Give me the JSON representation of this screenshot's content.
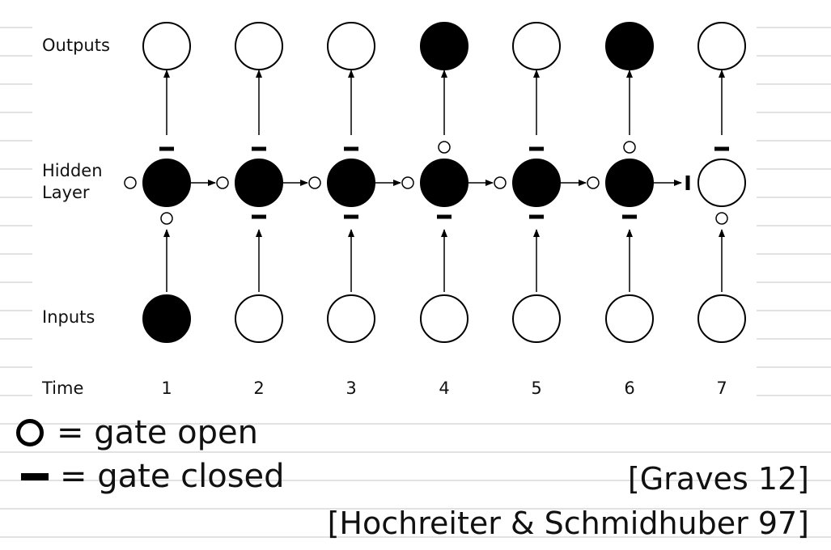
{
  "row_labels": {
    "outputs": "Outputs",
    "hidden_line1": "Hidden",
    "hidden_line2": "Layer",
    "inputs": "Inputs",
    "time": "Time"
  },
  "time_steps": [
    "1",
    "2",
    "3",
    "4",
    "5",
    "6",
    "7"
  ],
  "nodes": {
    "outputs_filled": [
      false,
      false,
      false,
      true,
      false,
      true,
      false
    ],
    "hidden_filled": [
      true,
      true,
      true,
      true,
      true,
      true,
      false
    ],
    "inputs_filled": [
      true,
      false,
      false,
      false,
      false,
      false,
      false
    ]
  },
  "gates": {
    "output_gate": [
      "closed",
      "closed",
      "closed",
      "open",
      "closed",
      "open",
      "closed"
    ],
    "forget_gate": [
      "open",
      "open",
      "open",
      "open",
      "open",
      "open",
      "closed"
    ],
    "input_gate": [
      "open",
      "closed",
      "closed",
      "closed",
      "closed",
      "closed",
      "open"
    ]
  },
  "legend": {
    "open_label": "= gate open",
    "closed_label": "= gate closed"
  },
  "citations": {
    "first": "[Graves 12]",
    "second": "[Hochreiter & Schmidhuber 97]"
  },
  "colors": {
    "filled_node": "#000000",
    "background": "#ffffff",
    "ruled_line": "#e2e2e2"
  }
}
